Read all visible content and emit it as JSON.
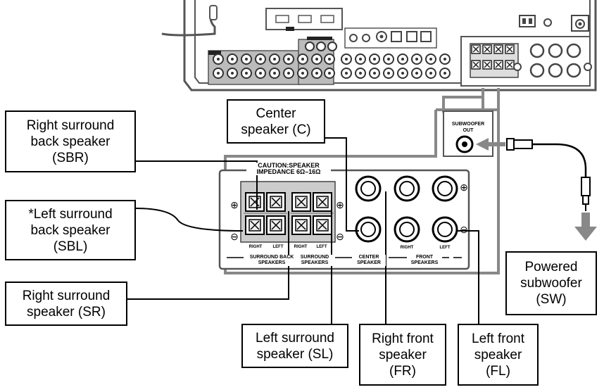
{
  "labels": {
    "center": "Center\nspeaker (C)",
    "sbr": "Right surround\nback speaker\n(SBR)",
    "sbl": "*Left surround\nback speaker\n(SBL)",
    "sr": "Right surround\nspeaker (SR)",
    "sl": "Left surround\nspeaker (SL)",
    "fr": "Right front\nspeaker\n(FR)",
    "fl": "Left front\nspeaker\n(FL)",
    "sw": "Powered\nsubwoofer\n(SW)"
  },
  "panel": {
    "caution": "CAUTION:SPEAKER\nIMPEDANCE 6Ω–16Ω",
    "right": "RIGHT",
    "left": "LEFT",
    "surround_back": "SURROUND BACK\nSPEAKERS",
    "surround": "SURROUND\nSPEAKERS",
    "center": "CENTER\nSPEAKER",
    "front": "FRONT\nSPEAKERS",
    "subwoofer_out": "SUBWOOFER\nOUT",
    "plus": "⊕",
    "minus": "⊖"
  }
}
